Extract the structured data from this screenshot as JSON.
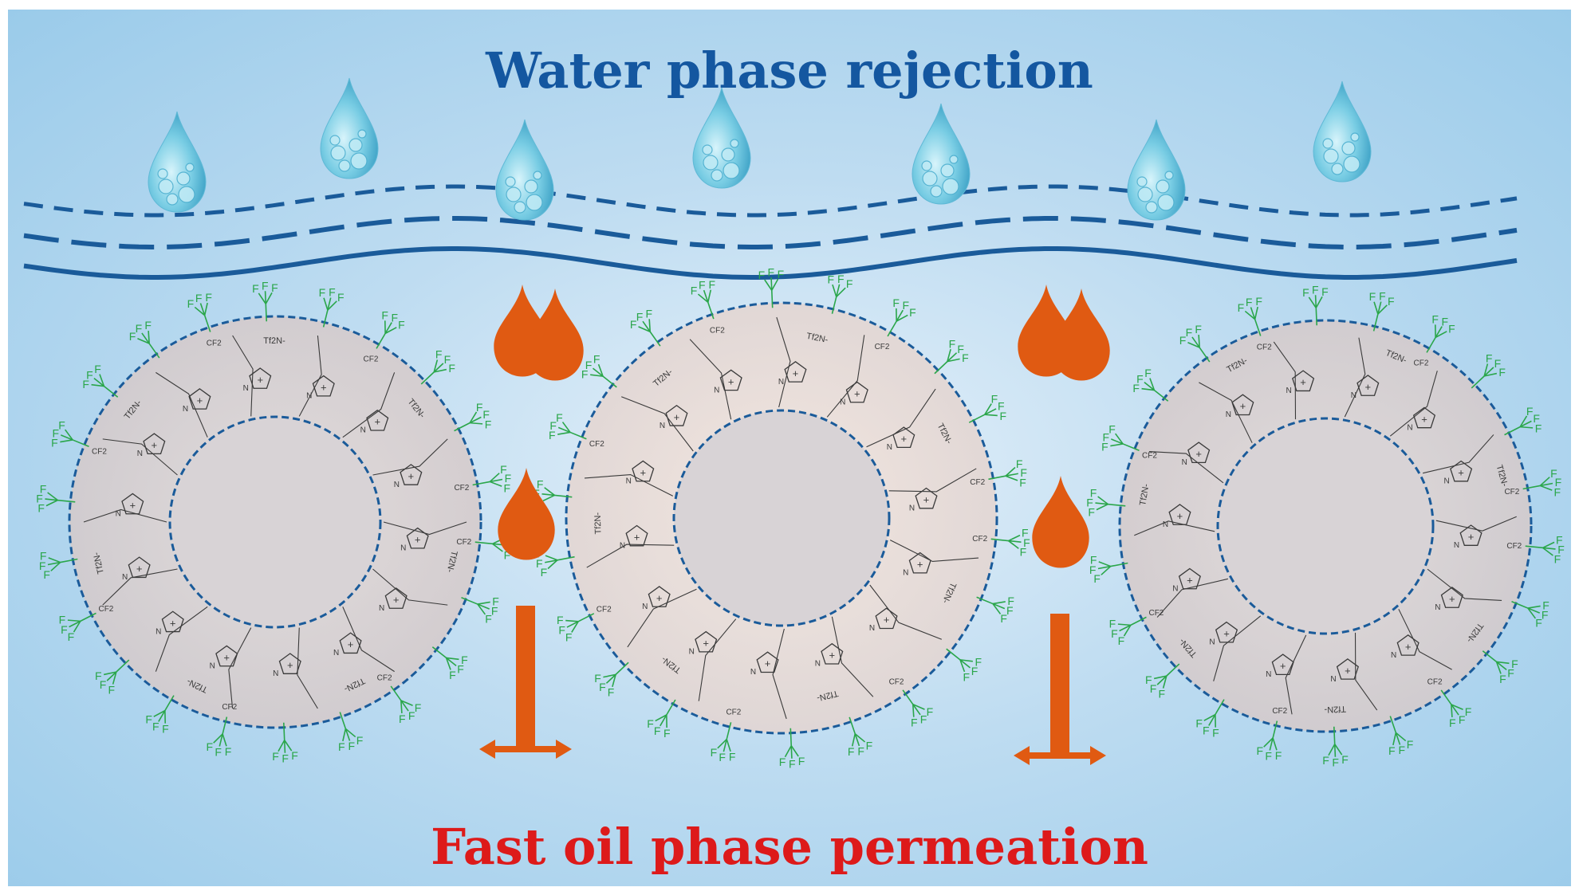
{
  "labels": {
    "top": "Water phase rejection",
    "bottom": "Fast oil phase permeation",
    "anion": "Tf2N",
    "anion_charge": "-",
    "fluoro_group": "CF",
    "fluoro_sub": "2",
    "fluorine": "F",
    "ring_n": "N",
    "ring_plus": "+"
  },
  "colors": {
    "top_text": "#1457a0",
    "bottom_text": "#dd1a1a",
    "membrane_line": "#1a5b9a",
    "oil": "#e05a12",
    "fluorine_green": "#2aa64a",
    "water_drop": "#7fd0e6",
    "shell_fill": "#dccfcf",
    "core_fill": "#d8d3d6",
    "chain_stroke": "#3a3a3a"
  },
  "icons": [
    "water-droplet-icon",
    "oil-droplet-icon",
    "oil-flow-arrow-icon"
  ]
}
